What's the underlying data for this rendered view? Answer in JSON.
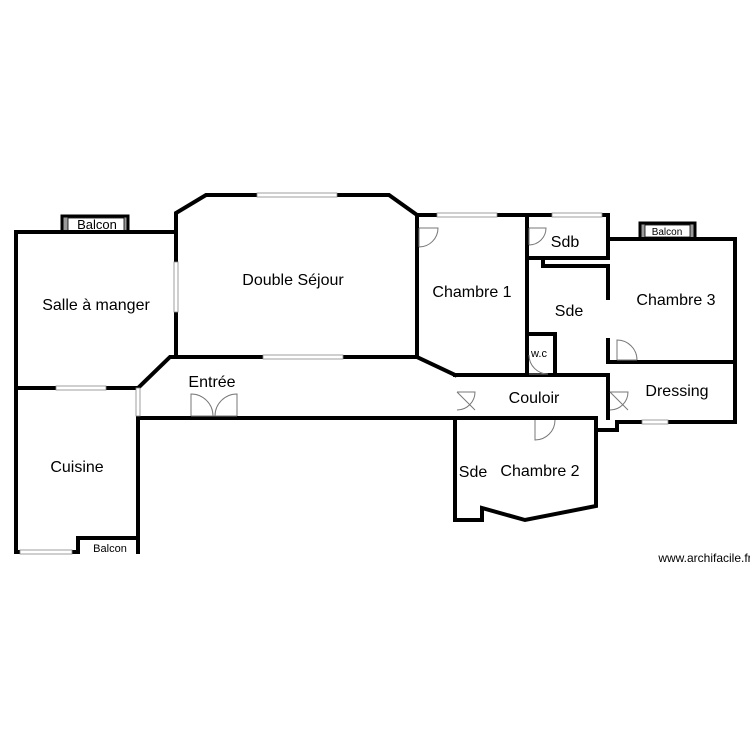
{
  "rooms": {
    "salle_a_manger": "Salle à manger",
    "double_sejour": "Double Séjour",
    "chambre_1": "Chambre 1",
    "sdb": "Sdb",
    "sde_top": "Sde",
    "wc": "w.c",
    "chambre_3": "Chambre 3",
    "entree": "Entrée",
    "couloir": "Couloir",
    "dressing": "Dressing",
    "cuisine": "Cuisine",
    "sde_bottom": "Sde",
    "chambre_2": "Chambre 2"
  },
  "balconies": {
    "left_top": "Balcon",
    "right_top": "Balcon",
    "bottom": "Balcon"
  },
  "watermark": "www.archifacile.fr"
}
